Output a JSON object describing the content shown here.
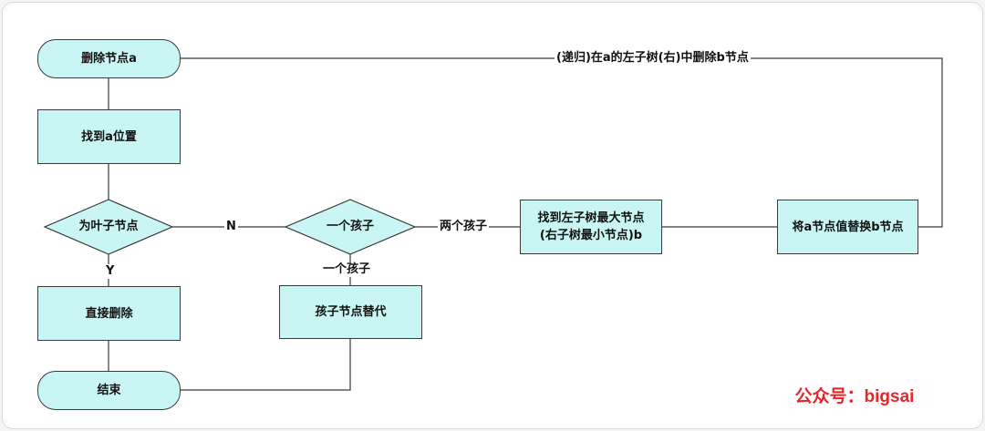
{
  "nodes": {
    "delete_node": "删除节点a",
    "find_position": "找到a位置",
    "is_leaf": "为叶子节点",
    "direct_delete": "直接删除",
    "end": "结束",
    "one_child_check": "一个孩子",
    "child_replace": "孩子节点替代",
    "find_max_line1": "找到左子树最大节点",
    "find_max_line2": "(右子树最小节点)b",
    "replace_value": "将a节点值替换b节点"
  },
  "edge_labels": {
    "no": "N",
    "yes": "Y",
    "one_child": "一个孩子",
    "two_children": "两个孩子",
    "recursive_delete": "(递归)在a的左子树(右)中删除b节点"
  },
  "watermark": "公众号：bigsai",
  "colors": {
    "node_fill": "#c9f5f5",
    "stroke": "#3a3a3a",
    "watermark": "#e8262a"
  }
}
